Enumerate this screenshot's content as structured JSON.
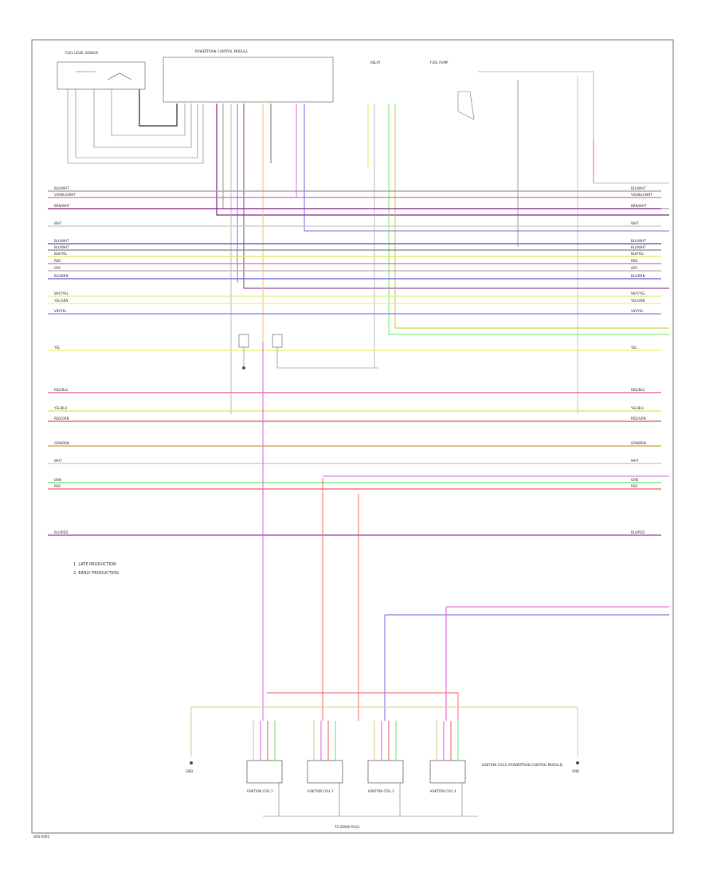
{
  "labels": {
    "fuel_level_sensor": "FUEL LEVEL SENSOR",
    "module": "POWERTRAIN CONTROL MODULE",
    "relay": "RELAY",
    "fuel_pump": "FUEL PUMP",
    "footer": "TO SPARK PLUG",
    "page_id": "W/D-0000"
  },
  "notes": [
    "1. LATE PRODUCTION",
    "2. EARLY PRODUCTION"
  ],
  "wires": [
    {
      "label": "BLU/WHT",
      "color": "#9a9a9a"
    },
    {
      "label": "VIO/BLU/WHT",
      "color": "#e060e0"
    },
    {
      "label": "BRN/WHT",
      "color": "#8a2a8a"
    },
    {
      "label": "WHT",
      "color": "#c8c8c8"
    },
    {
      "label": "BLU/WHT",
      "color": "#5050d0"
    },
    {
      "label": "BLU/WHT",
      "color": "#888888"
    },
    {
      "label": "BLK/YEL",
      "color": "#e8e060"
    },
    {
      "label": "RED",
      "color": "#f07070"
    },
    {
      "label": "GRY",
      "color": "#b0b0b0"
    },
    {
      "label": "BLU/BRN",
      "color": "#6060e0"
    },
    {
      "label": "WHT/YEL",
      "color": "#e8e880"
    },
    {
      "label": "YEL/GRN",
      "color": "#f0f080"
    },
    {
      "label": "VIO/YEL",
      "color": "#8080f0"
    },
    {
      "label": "YEL",
      "color": "#f0f060"
    },
    {
      "label": "RED/BLU",
      "color": "#f06080"
    },
    {
      "label": "YEL/BLU",
      "color": "#e0e060"
    },
    {
      "label": "RED/GRN",
      "color": "#e06040"
    },
    {
      "label": "GRN/BRN",
      "color": "#d0a040"
    },
    {
      "label": "WHT",
      "color": "#c8c8c8"
    },
    {
      "label": "GRN",
      "color": "#70e070"
    },
    {
      "label": "RED",
      "color": "#f06060"
    },
    {
      "label": "BLU/RED",
      "color": "#9040b0"
    }
  ],
  "coils": [
    {
      "label": "IGNITION COIL 1"
    },
    {
      "label": "IGNITION COIL 2"
    },
    {
      "label": "IGNITION COIL 3"
    },
    {
      "label": "IGNITION COIL 4"
    }
  ],
  "coil_note": "IGNITION COILS (POWERTRAIN CONTROL MODULE)",
  "left_ground": "GND",
  "right_ground": "GND"
}
